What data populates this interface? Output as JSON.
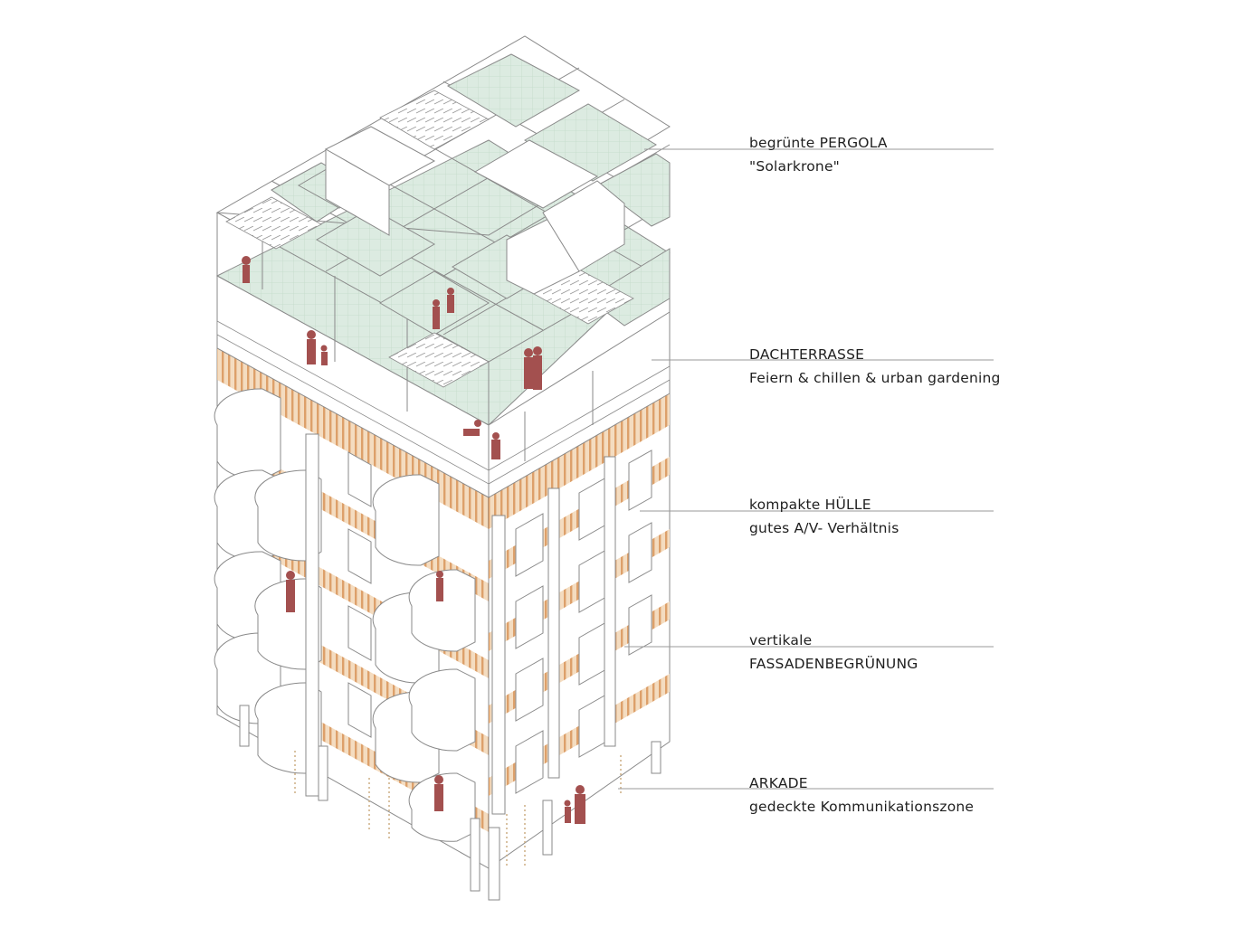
{
  "colors": {
    "roof_green": "#dcebe1",
    "roof_grid": "#bcd6c4",
    "timber_fill": "#f3d8b6",
    "timber_slat": "#d99a5e",
    "people": "#a3504f",
    "line": "#8a8a8a",
    "leader": "#9a9a9a"
  },
  "annotations": [
    {
      "id": "pergola",
      "title": "begrünte PERGOLA",
      "subtitle": "\"Solarkrone\""
    },
    {
      "id": "dachterrasse",
      "title": "DACHTERRASSE",
      "subtitle": "Feiern & chillen & urban gardening"
    },
    {
      "id": "huelle",
      "title": "kompakte HÜLLE",
      "subtitle": "gutes A/V- Verhältnis"
    },
    {
      "id": "begruenung",
      "title": "vertikale",
      "subtitle": "FASSADENBEGRÜNUNG"
    },
    {
      "id": "arkade",
      "title": "ARKADE",
      "subtitle": "gedeckte Kommunikationszone"
    }
  ]
}
